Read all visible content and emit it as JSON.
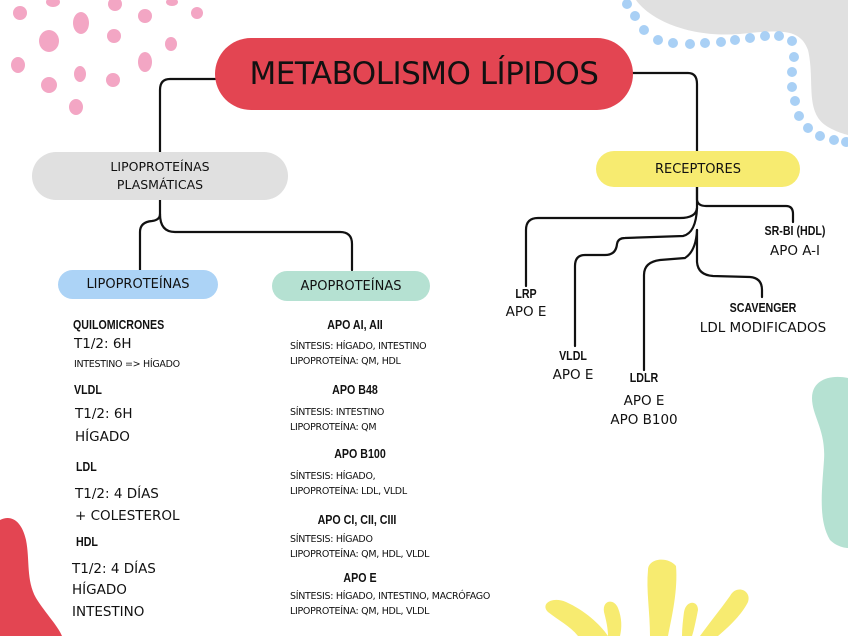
{
  "title": "METABOLISMO LÍPIDOS",
  "colors": {
    "title": "#e34552",
    "lipoproteinas_plasmaticas": "#e0e0e0",
    "receptores": "#f7eb70",
    "lipoproteinas": "#acd3f6",
    "apoproteinas": "#b5e1d2"
  },
  "branches": {
    "lipoproteinas_plasmaticas": {
      "line1": "LIPOPROTEÍNAS",
      "line2": "PLASMÁTICAS",
      "children": {
        "lipoproteinas": {
          "label": "LIPOPROTEÍNAS",
          "items": [
            {
              "name": "QUILOMICRONES",
              "lines": [
                "T1/2: 6H"
              ],
              "small": "INTESTINO => HÍGADO"
            },
            {
              "name": "VLDL",
              "lines": [
                "T1/2: 6H",
                "HÍGADO"
              ]
            },
            {
              "name": "LDL",
              "lines": [
                "T1/2: 4 DÍAS",
                "+ COLESTEROL"
              ]
            },
            {
              "name": "HDL",
              "lines": [
                "T1/2: 4 DÍAS",
                "HÍGADO",
                "INTESTINO"
              ]
            }
          ]
        },
        "apoproteinas": {
          "label": "APOPROTEÍNAS",
          "items": [
            {
              "name": "APO AI, AII",
              "sintesis": "SÍNTESIS: HÍGADO, INTESTINO",
              "lipoproteina": "LIPOPROTEÍNA: QM, HDL"
            },
            {
              "name": "APO B48",
              "sintesis": "SÍNTESIS: INTESTINO",
              "lipoproteina": "LIPOPROTEÍNA: QM"
            },
            {
              "name": "APO B100",
              "sintesis": "SÍNTESIS: HÍGADO,",
              "lipoproteina": "LIPOPROTEÍNA: LDL, VLDL"
            },
            {
              "name": "APO CI, CII, CIII",
              "sintesis": "SÍNTESIS: HÍGADO",
              "lipoproteina": "LIPOPROTEÍNA: QM, HDL, VLDL"
            },
            {
              "name": "APO E",
              "sintesis": "SÍNTESIS: HÍGADO, INTESTINO, MACRÓFAGO",
              "lipoproteina": "LIPOPROTEÍNA: QM, HDL, VLDL"
            }
          ]
        }
      }
    },
    "receptores": {
      "label": "RECEPTORES",
      "items": [
        {
          "name": "SR-BI (HDL)",
          "lines": [
            "APO A-I"
          ]
        },
        {
          "name": "LRP",
          "lines": [
            "APO E"
          ]
        },
        {
          "name": "SCAVENGER",
          "lines": [
            "LDL MODIFICADOS"
          ]
        },
        {
          "name": "VLDL",
          "lines": [
            "APO E"
          ]
        },
        {
          "name": "LDLR",
          "lines": [
            "APO E",
            "APO B100"
          ]
        }
      ]
    }
  }
}
